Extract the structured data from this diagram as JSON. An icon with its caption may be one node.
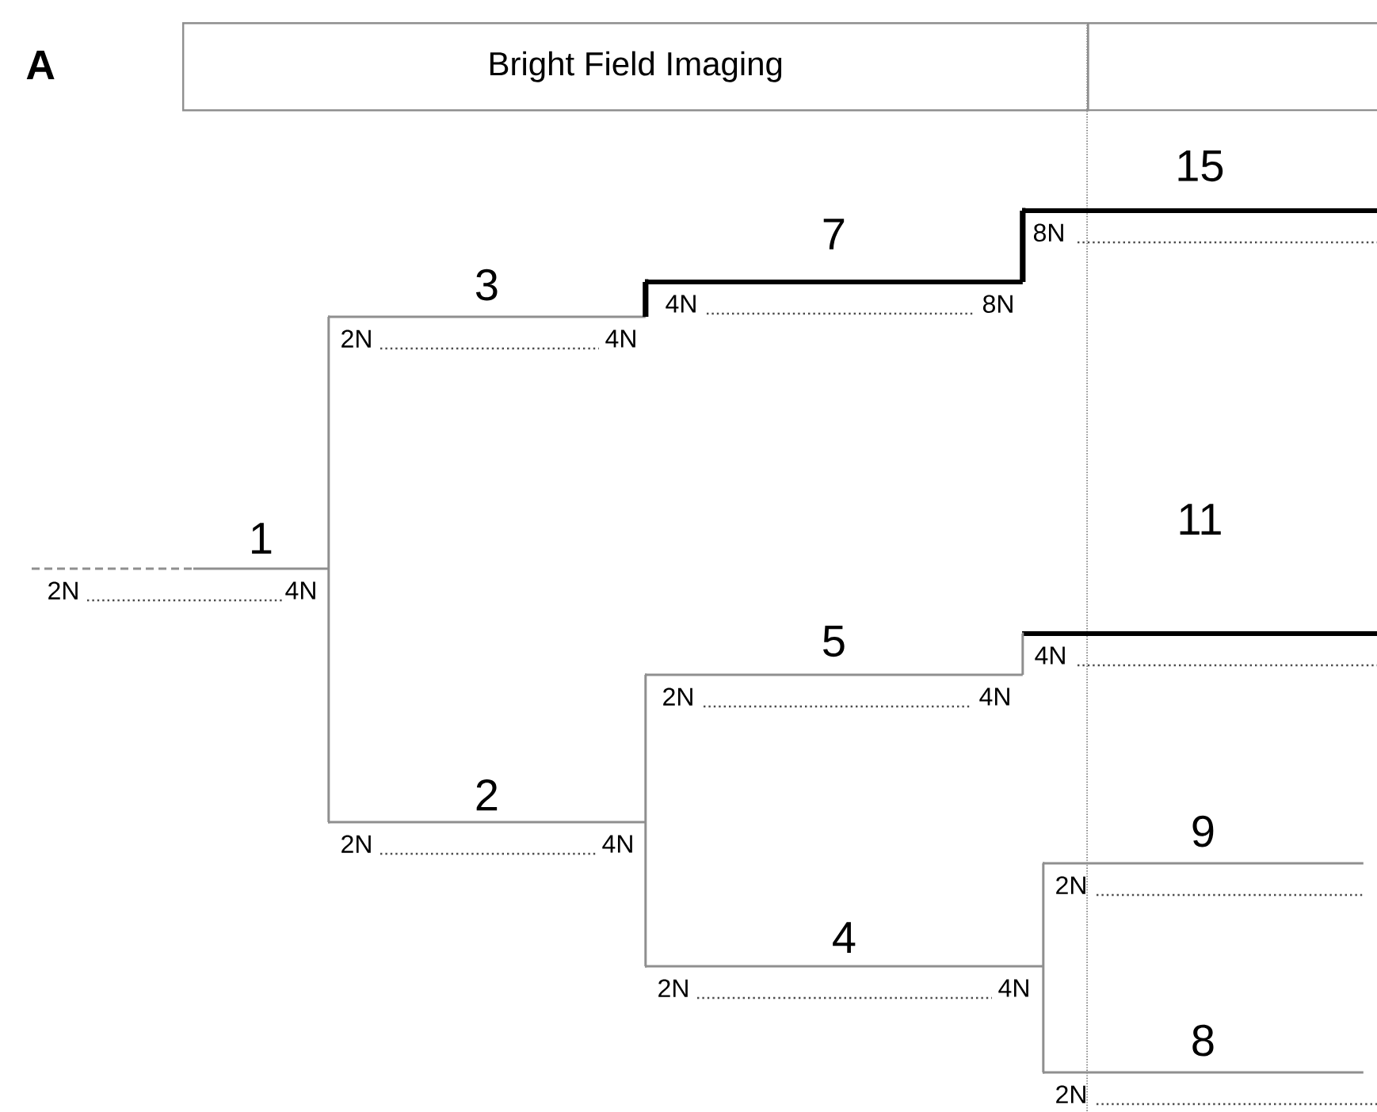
{
  "diagram": {
    "nodes": [
      {
        "text": [
          "Bright Field Imaging"
        ]
      },
      {
        "text": [],
        "shape": "box"
      },
      {
        "text": [
          "1"
        ],
        "beside": [
          "2N",
          "4N"
        ]
      },
      {
        "text": [
          "2"
        ],
        "beside": [
          "2N",
          "4N"
        ]
      },
      {
        "text": [
          "3"
        ],
        "beside": [
          "2N",
          "4N"
        ]
      },
      {
        "text": [
          "4"
        ],
        "beside": [
          "2N",
          "4N"
        ]
      },
      {
        "text": [
          "5"
        ],
        "beside": [
          "2N",
          "4N"
        ]
      },
      {
        "text": [
          "7"
        ],
        "beside": [
          "4N",
          "8N"
        ]
      },
      {
        "text": [
          "8"
        ],
        "beside": [
          "2N"
        ]
      },
      {
        "text": [
          "9"
        ],
        "beside": [
          "2N"
        ]
      },
      {
        "text": [
          "11"
        ],
        "beside": [
          "4N"
        ]
      },
      {
        "text": [
          "15"
        ],
        "beside": [
          "8N"
        ]
      }
    ],
    "edges": [
      {
        "from": 2,
        "to": 4,
        "arrow": "none"
      },
      {
        "from": 2,
        "to": 3,
        "arrow": "none"
      },
      {
        "from": 4,
        "to": 7,
        "arrow": "none",
        "style": "thick",
        "color": "#000000"
      },
      {
        "from": 7,
        "to": 11,
        "arrow": "none",
        "style": "thick",
        "color": "#000000"
      },
      {
        "from": 3,
        "to": 6,
        "arrow": "none"
      },
      {
        "from": 3,
        "to": 5,
        "arrow": "none"
      },
      {
        "from": 6,
        "to": 10,
        "arrow": "none"
      },
      {
        "from": 5,
        "to": 9,
        "arrow": "none"
      },
      {
        "from": 5,
        "to": 8,
        "arrow": "none"
      }
    ],
    "labels": [
      "A"
    ]
  }
}
